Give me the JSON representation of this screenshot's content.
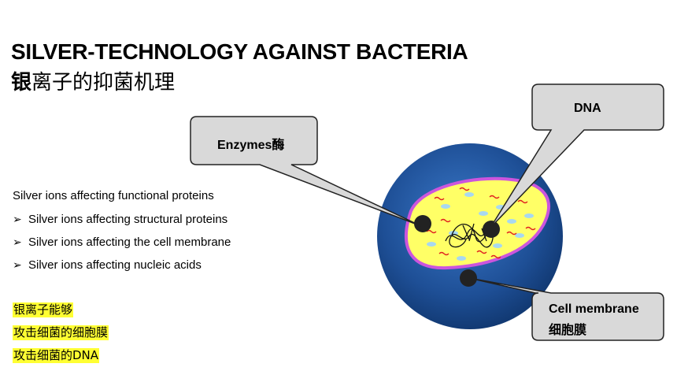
{
  "header": {
    "title": "SILVER-TECHNOLOGY AGAINST BACTERIA",
    "subtitle_bold": "银",
    "subtitle_rest": "离子的抑菌机理"
  },
  "left": {
    "lead": "Silver ions affecting functional proteins",
    "bullets": [
      "Silver ions affecting structural proteins",
      "Silver ions affecting the cell membrane",
      "Silver ions affecting nucleic acids"
    ],
    "bullet_glyph": "➢",
    "highlights": [
      "银离子能够",
      "攻击细菌的细胞膜",
      "攻击细菌的DNA"
    ]
  },
  "callouts": {
    "enzymes": "Enzymes酶",
    "dna": "DNA",
    "membrane_en": "Cell membrane",
    "membrane_zh": "细胞膜"
  },
  "colors": {
    "outer_sphere": "#1e4f96",
    "cell_fill": "#ffff66",
    "cell_border": "#cc55dd",
    "callout_fill": "#d9d9d9",
    "highlight": "#ffff33",
    "squiggle": "#e02020",
    "dots": "#a8d8f0"
  }
}
